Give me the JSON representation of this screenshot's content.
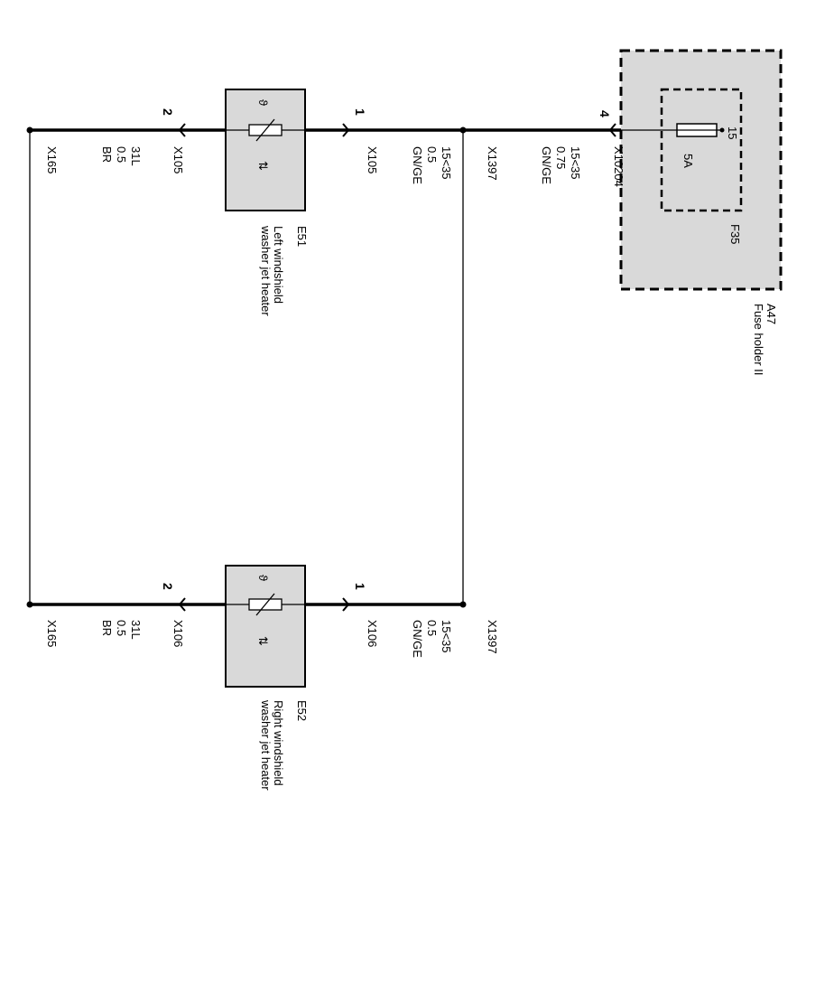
{
  "fuse_holder": {
    "id": "A47",
    "name": "Fuse holder II",
    "fuse_id": "F35",
    "fuse_pin": "15",
    "fuse_rating": "5A",
    "pin": "4",
    "connector": "X10204",
    "wire_circuit": "15<35",
    "wire_size": "0.75",
    "wire_color": "GN/GE"
  },
  "splice": {
    "connector_top": "X1397",
    "connector_bottom": "X1397",
    "wire_circuit_top": "15<35",
    "wire_size_top": "0.5",
    "wire_color_top": "GN/GE",
    "wire_circuit_bottom": "15<35",
    "wire_size_bottom": "0.5",
    "wire_color_bottom": "GN/GE"
  },
  "left_heater": {
    "id": "E51",
    "name_line1": "Left windshield",
    "name_line2": "washer jet heater",
    "pin1": "1",
    "pin1_connector": "X105",
    "pin2": "2",
    "pin2_connector": "X105",
    "ground_circuit": "31L",
    "ground_size": "0.5",
    "ground_color": "BR",
    "ground_connector": "X165"
  },
  "right_heater": {
    "id": "E52",
    "name_line1": "Right windshield",
    "name_line2": "washer jet heater",
    "pin1": "1",
    "pin1_connector": "X106",
    "pin2": "2",
    "pin2_connector": "X106",
    "ground_circuit": "31L",
    "ground_size": "0.5",
    "ground_color": "BR",
    "ground_connector": "X165"
  },
  "colors": {
    "component_fill": "#d9d9d9",
    "wire": "#000000"
  }
}
